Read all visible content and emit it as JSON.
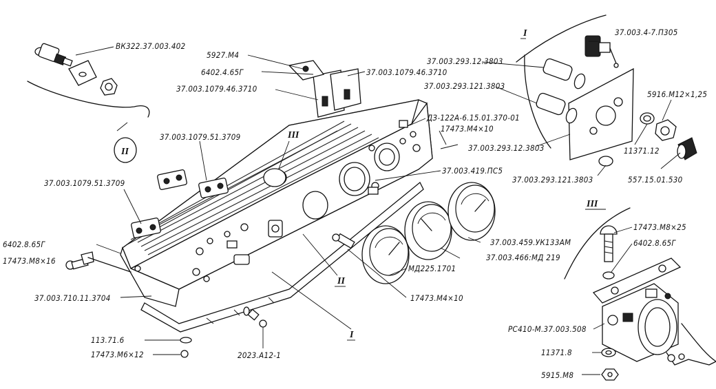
{
  "labels": {
    "l01": "ВК322.37.003.402",
    "l02": "5927.М4",
    "l03": "6402.4.65Г",
    "l04": "37.003.1079.46.3710",
    "l05": "37.003.1079.46.3710",
    "l06": "37.003.1079.51.3709",
    "l07": "37.003.1079.51.3709",
    "l08": "6402.8.65Г",
    "l09": "17473.М8×16",
    "l10": "37.003.710.11.3704",
    "l11": "113.71.6",
    "l12": "17473.М6×12",
    "l13": "2023.А12-1",
    "l14": "17473.М4×10",
    "l15": "МД225.1701",
    "l16": "37.003.466:МД 219",
    "l17": "37.003.459.УК133АМ",
    "l18": "37.003.419.ПС5",
    "l19": "ДЗ-122А-6.15.01.370-01",
    "l20": "17473.М4×10",
    "l21": "37.003.293.12.3803",
    "l22": "37.003.293.121.3803",
    "l23": "37.003.4-7.П305",
    "l24": "37.003.293.12.3803",
    "l25": "5916.М12×1,25",
    "l26": "11371.12",
    "l27": "37.003.293.121.3803",
    "l28": "557.15.01.530",
    "l29": "17473.М8×25",
    "l30": "6402.8.65Г",
    "l31": "РС410-М.37.003.508",
    "l32": "11371.8",
    "l33": "5915.М8"
  },
  "views": {
    "v1": "I",
    "v2": "II",
    "v3": "III",
    "c1": "I",
    "c2": "II",
    "c3": "III"
  }
}
